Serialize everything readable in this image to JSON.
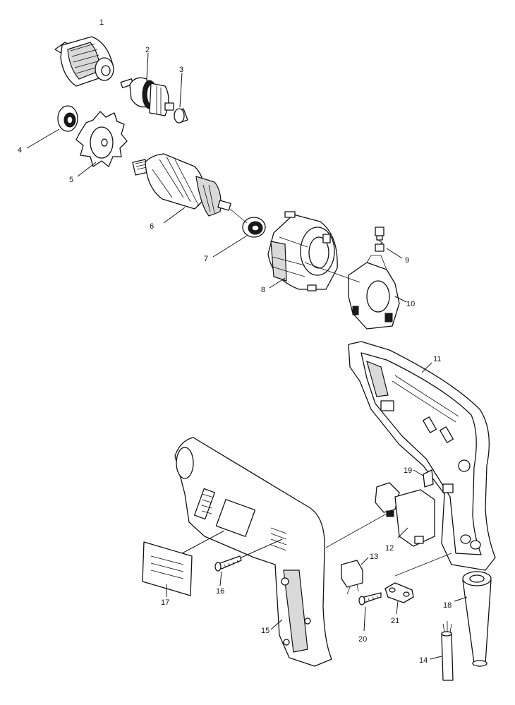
{
  "callouts": [
    "1",
    "2",
    "3",
    "4",
    "5",
    "6",
    "7",
    "8",
    "9",
    "10",
    "11",
    "12",
    "13",
    "14",
    "15",
    "16",
    "17",
    "18",
    "19",
    "20",
    "21"
  ],
  "colors": {
    "ink": "#111111",
    "paper": "#ffffff",
    "shade": "#d9d9d9"
  }
}
